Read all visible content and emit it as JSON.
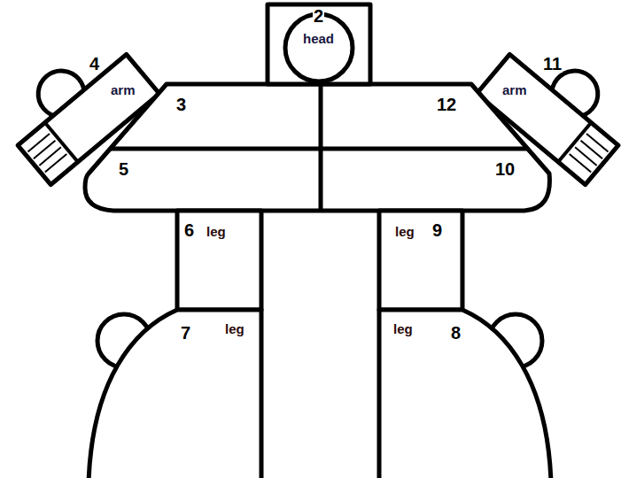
{
  "diagram": {
    "labels": [
      "2",
      "head",
      "4",
      "arm",
      "11",
      "arm",
      "3",
      "12",
      "5",
      "10",
      "6",
      "leg",
      "leg",
      "9",
      "7",
      "leg",
      "leg",
      "8"
    ]
  }
}
